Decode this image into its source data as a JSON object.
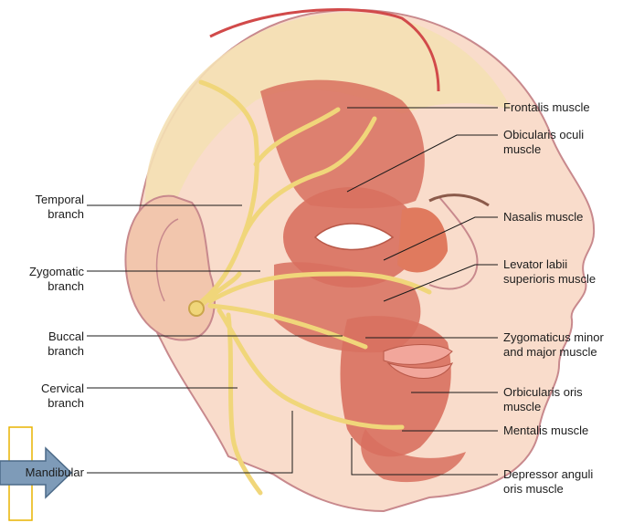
{
  "colors": {
    "skin": "#f9dccb",
    "skin_shade": "#f2c6ad",
    "scalp": "#f4e0b4",
    "outline": "#c8898d",
    "muscle": "#d8705f",
    "muscle_dark": "#b85848",
    "nerve": "#f0d67a",
    "nerve_edge": "#caa64a",
    "leader": "#1a1a1a",
    "arrow_fill": "#7e9bb8",
    "arrow_edge": "#4c6a88",
    "highlight_box": "#e8b400"
  },
  "left_labels": [
    {
      "id": "temporal",
      "text": "Temporal\nbranch"
    },
    {
      "id": "zygomatic",
      "text": "Zygomatic\nbranch"
    },
    {
      "id": "buccal",
      "text": "Buccal\nbranch"
    },
    {
      "id": "cervical",
      "text": "Cervical\nbranch"
    },
    {
      "id": "mandibular",
      "text": "Mandibular"
    }
  ],
  "right_labels": [
    {
      "id": "frontalis",
      "text": "Frontalis muscle"
    },
    {
      "id": "orbicularis_oculi",
      "text": "Obicularis oculi\nmuscle"
    },
    {
      "id": "nasalis",
      "text": "Nasalis muscle"
    },
    {
      "id": "levator",
      "text": "Levator labii\nsuperioris muscle"
    },
    {
      "id": "zygomaticus",
      "text": "Zygomaticus minor\nand major muscle"
    },
    {
      "id": "orbicularis_oris",
      "text": "Orbicularis oris\nmuscle"
    },
    {
      "id": "mentalis",
      "text": "Mentalis muscle"
    },
    {
      "id": "depressor",
      "text": "Depressor anguli\noris muscle"
    }
  ],
  "overlay": {
    "arrow_icon": "right-arrow-icon"
  }
}
